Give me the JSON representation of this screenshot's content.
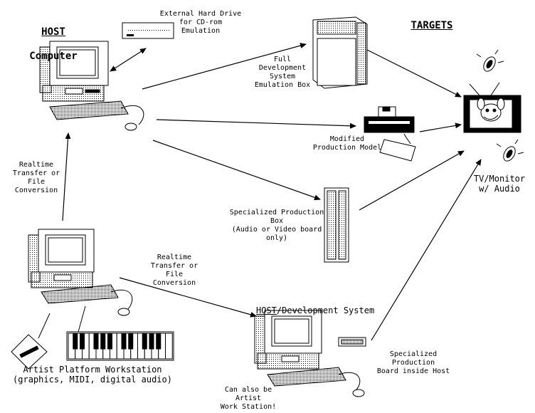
{
  "host": {
    "title": "HOST",
    "subtitle": "Computer"
  },
  "targets": {
    "title": "TARGETS"
  },
  "external_drive": {
    "label": "External Hard Drive\nfor CD-rom\nEmulation"
  },
  "emulation_box": {
    "label": "Full\nDevelopment\nSystem\nEmulation Box"
  },
  "production_model": {
    "label": "Modified\nProduction Model"
  },
  "specialized_box": {
    "label": "Specialized Production Box\n(Audio or Video board only)"
  },
  "tv_monitor": {
    "label": "TV/Monitor\nw/ Audio"
  },
  "transfer_left": {
    "label": "Realtime\nTransfer or\nFile Conversion"
  },
  "transfer_mid": {
    "label": "Realtime\nTransfer or\nFile Conversion"
  },
  "dev_system": {
    "title_underlined": "HOST",
    "title_rest": "/Development System"
  },
  "specialized_board": {
    "label": "Specialized Production\nBoard inside Host"
  },
  "artist_note": {
    "label": "Can also be Artist\nWork Station!"
  },
  "artist_platform": {
    "label": "Artist Platform Workstation\n(graphics, MIDI, digital audio)"
  }
}
